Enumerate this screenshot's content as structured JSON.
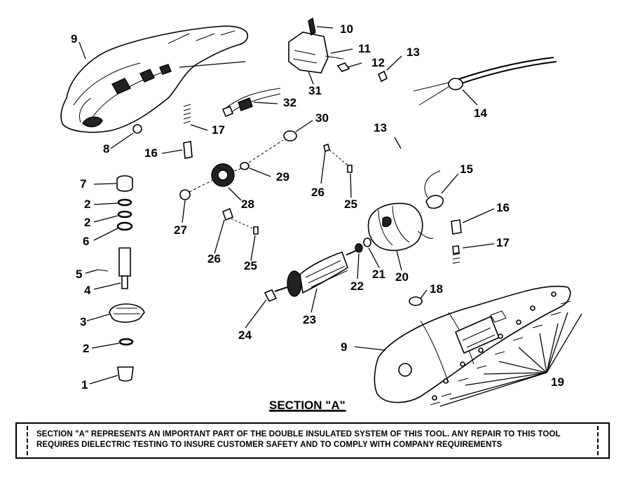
{
  "diagram": {
    "callouts": {
      "c1": "1",
      "c2a": "2",
      "c2b": "2",
      "c2c": "2",
      "c3": "3",
      "c4": "4",
      "c5": "5",
      "c6": "6",
      "c7": "7",
      "c8": "8",
      "c9a": "9",
      "c9b": "9",
      "c10": "10",
      "c11": "11",
      "c12": "12",
      "c13a": "13",
      "c13b": "13",
      "c14": "14",
      "c15": "15",
      "c16a": "16",
      "c16b": "16",
      "c17a": "17",
      "c17b": "17",
      "c18": "18",
      "c19": "19",
      "c20": "20",
      "c21": "21",
      "c22": "22",
      "c23": "23",
      "c24": "24",
      "c25a": "25",
      "c25b": "25",
      "c26a": "26",
      "c26b": "26",
      "c27": "27",
      "c28": "28",
      "c29": "29",
      "c30": "30",
      "c31": "31",
      "c32": "32"
    },
    "section_title": "SECTION \"A\"",
    "notice": "SECTION \"A\" REPRESENTS AN IMPORTANT PART OF THE DOUBLE INSULATED SYSTEM OF THIS TOOL. ANY REPAIR TO THIS TOOL REQUIRES DIELECTRIC TESTING TO INSURE CUSTOMER SAFETY AND TO COMPLY WITH COMPANY REQUIREMENTS"
  }
}
